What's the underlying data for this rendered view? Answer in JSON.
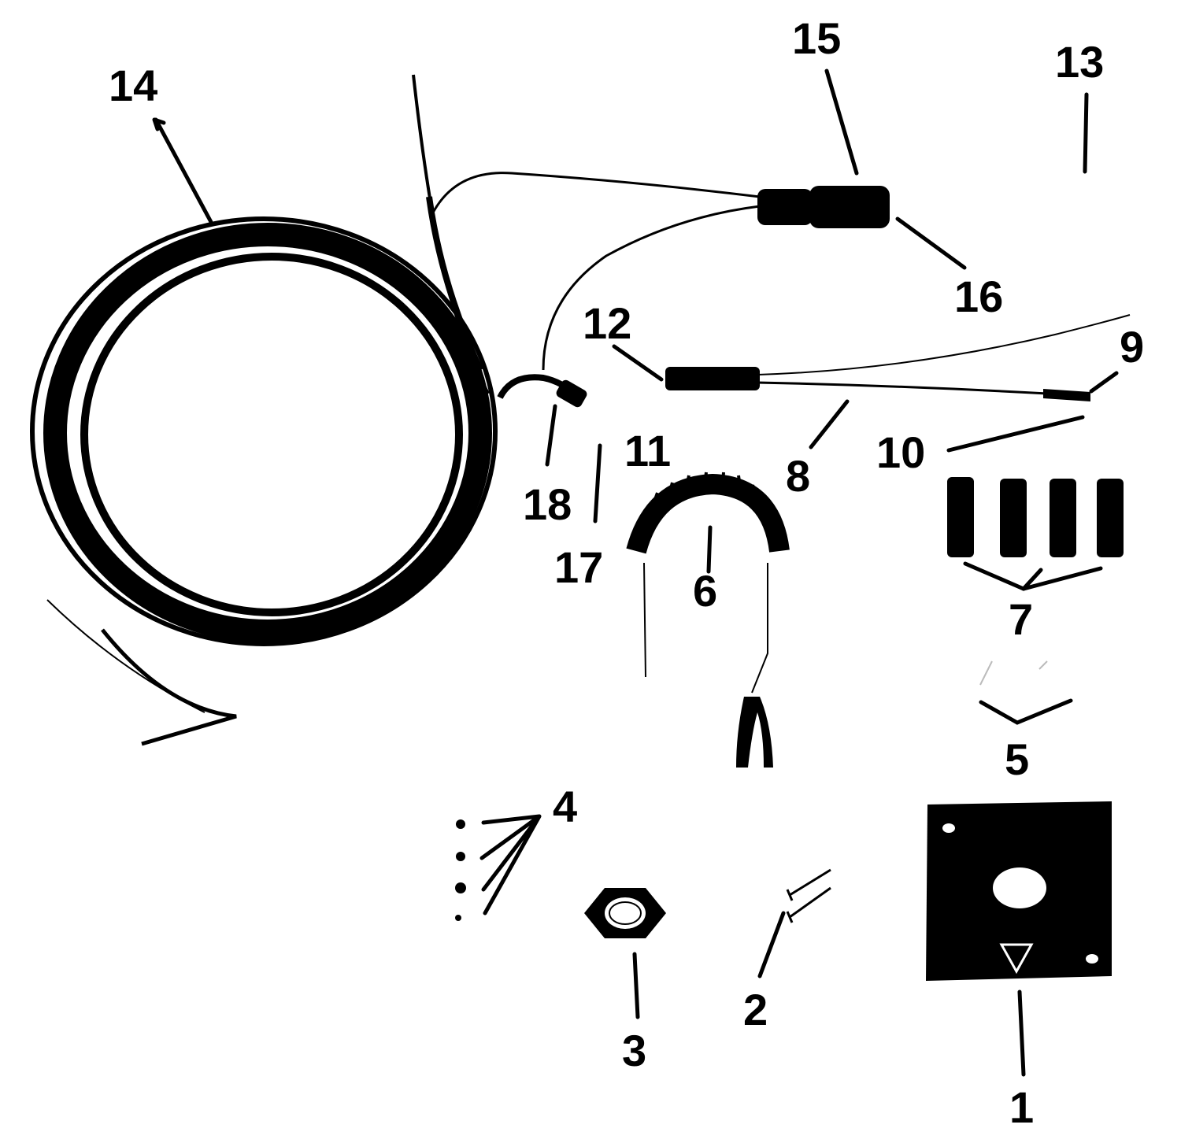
{
  "colors": {
    "ink": "#000000",
    "paper": "#ffffff",
    "wire": "#222222"
  },
  "labels": {
    "c1": "1",
    "c2": "2",
    "c3": "3",
    "c4": "4",
    "c5": "5",
    "c6": "6",
    "c7": "7",
    "c8": "8",
    "c9": "9",
    "c10": "10",
    "c11": "11",
    "c12": "12",
    "c13": "13",
    "c14": "14",
    "c15": "15",
    "c16": "16",
    "c17": "17",
    "c18": "18"
  }
}
